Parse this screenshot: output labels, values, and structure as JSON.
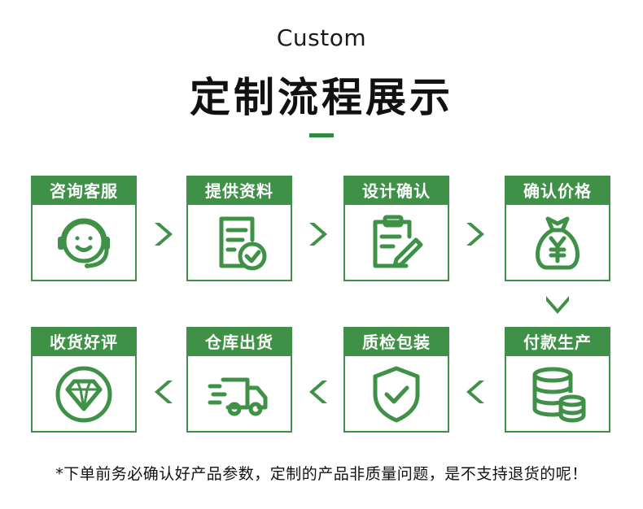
{
  "header": {
    "subtitle": "Custom",
    "title": "定制流程展示"
  },
  "accent_color": "#3f9148",
  "steps": [
    {
      "label": "咨询客服",
      "icon": "headset-smile-icon"
    },
    {
      "label": "提供资料",
      "icon": "document-check-icon"
    },
    {
      "label": "设计确认",
      "icon": "clipboard-pen-icon"
    },
    {
      "label": "确认价格",
      "icon": "money-bag-yen-icon"
    },
    {
      "label": "付款生产",
      "icon": "coin-stack-icon"
    },
    {
      "label": "质检包装",
      "icon": "shield-check-icon"
    },
    {
      "label": "仓库出货",
      "icon": "delivery-truck-icon"
    },
    {
      "label": "收货好评",
      "icon": "diamond-badge-icon"
    }
  ],
  "footer": {
    "note": "*下单前务必确认好产品参数，定制的产品非质量问题，是不支持退货的呢！"
  }
}
